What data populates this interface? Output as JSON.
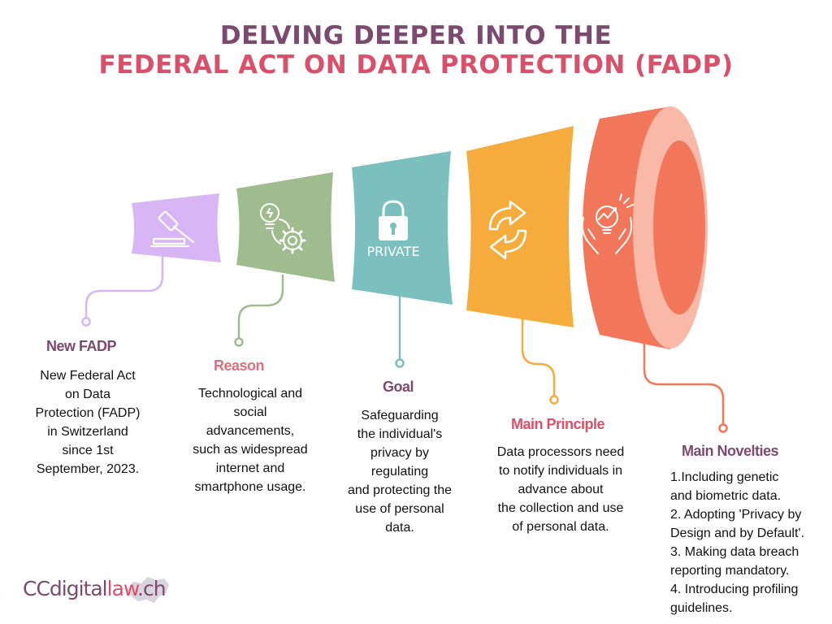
{
  "title": {
    "line1": "DELVING DEEPER INTO THE",
    "line2": "FEDERAL ACT ON DATA PROTECTION (FADP)",
    "line1_color": "#7b4a6e",
    "line2_color": "#d9506a"
  },
  "steps": [
    {
      "title": "New FADP",
      "color": "#d8b5f5",
      "title_color": "#7b4a6e",
      "icon": "gavel-icon",
      "lines": [
        "New Federal Act",
        "on Data",
        "Protection (FADP)",
        "in Switzerland",
        "since 1st",
        "September, 2023."
      ]
    },
    {
      "title": "Reason",
      "color": "#9fbc8f",
      "title_color": "#d9707e",
      "icon": "lightbulb-gear-icon",
      "lines": [
        "Technological and",
        "social",
        "advancements,",
        "such as widespread",
        "internet and",
        "smartphone usage."
      ]
    },
    {
      "title": "Goal",
      "color": "#7bbfbf",
      "title_color": "#7b4a6e",
      "icon": "padlock-icon",
      "icon_label": "PRIVATE",
      "lines": [
        "Safeguarding",
        "the individual's",
        "privacy by",
        "regulating",
        "and protecting the",
        "use of personal",
        "data."
      ]
    },
    {
      "title": "Main Principle",
      "color": "#f5ac3d",
      "title_color": "#d9506a",
      "icon": "refresh-arrows-icon",
      "lines": [
        "Data processors need",
        "to notify individuals in",
        "advance about",
        "the collection and use",
        "of personal data."
      ]
    },
    {
      "title": "Main Novelties",
      "color": "#f2775a",
      "title_color": "#7b4a6e",
      "icon": "hands-bulb-icon",
      "lines": [
        "1.Including genetic",
        "and biometric data.",
        "2. Adopting 'Privacy by",
        "Design and by Default'.",
        "3. Making data breach",
        "reporting mandatory.",
        "4. Introducing profiling",
        "guidelines."
      ]
    }
  ],
  "logo": {
    "cc": "CC",
    "digital": "digital",
    "law": "law",
    "ch": ".ch",
    "cc_color": "#7b4a6e",
    "law_color": "#d9506a"
  }
}
